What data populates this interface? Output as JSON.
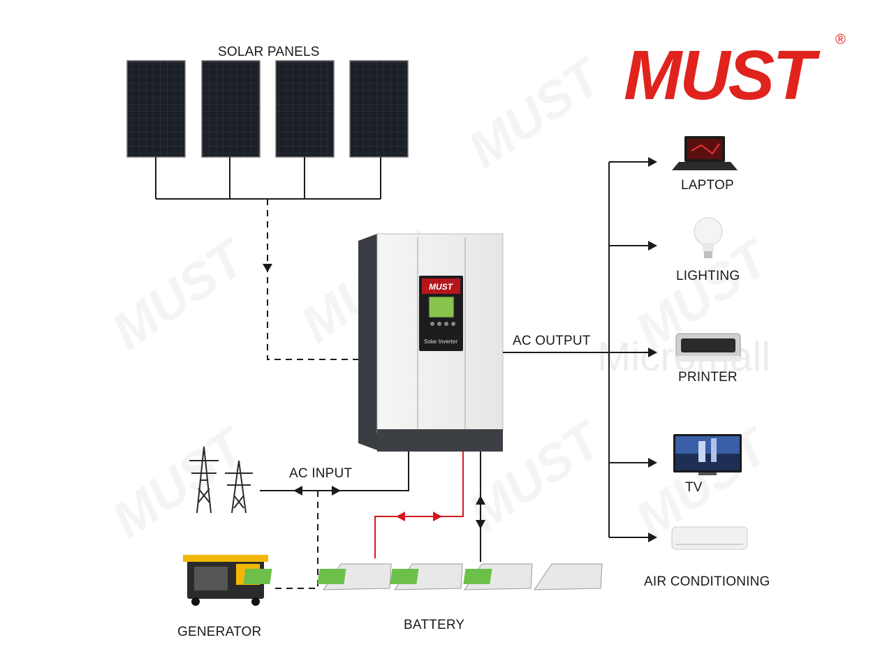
{
  "brand": {
    "logo_text": "MUST",
    "registered": "®",
    "color": "#e0231d"
  },
  "watermark": {
    "brand": "MUST",
    "site": "Micromall"
  },
  "inverter": {
    "brand": "MUST",
    "label": "Solar Inverter"
  },
  "labels": {
    "solar_panels": "SOLAR PANELS",
    "ac_output": "AC OUTPUT",
    "ac_input": "AC INPUT",
    "generator": "GENERATOR",
    "battery": "BATTERY",
    "laptop": "LAPTOP",
    "lighting": "LIGHTING",
    "printer": "PRINTER",
    "tv": "TV",
    "air_conditioning": "AIR CONDITIONING"
  },
  "colors": {
    "wire": "#1a1a1a",
    "battery_wire": "#d6181e",
    "battery_accent": "#6cc04a"
  },
  "icons": [
    "solar-panel-icon",
    "inverter-icon",
    "power-tower-icon",
    "generator-icon",
    "battery-icon",
    "laptop-icon",
    "bulb-icon",
    "printer-icon",
    "tv-icon",
    "air-conditioner-icon"
  ]
}
